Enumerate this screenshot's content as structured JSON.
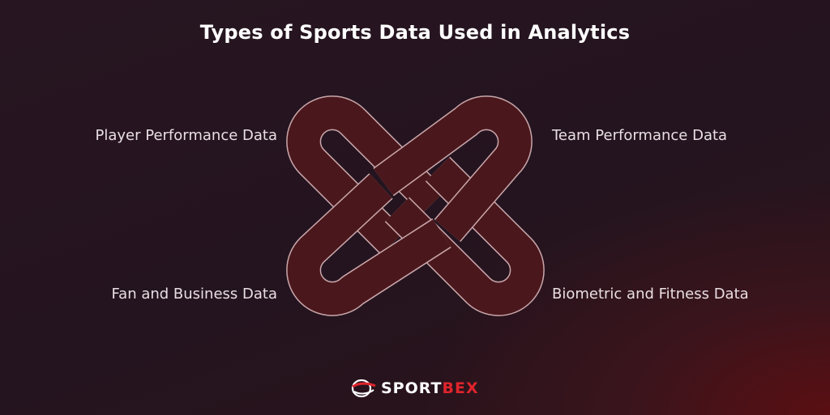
{
  "title": "Types of Sports Data Used in Analytics",
  "labels": {
    "top_left": "Player Performance Data",
    "top_right": "Team Performance Data",
    "bottom_left": "Fan and Business Data",
    "bottom_right": "Biometric and Fitness Data"
  },
  "logo": {
    "text_main": "SPORT",
    "text_accent": "BEX",
    "icon": "sportbex-ball-icon"
  },
  "colors": {
    "band_fill": "#4a181c",
    "band_outline": "#c9a7ac",
    "accent": "#e0242c"
  }
}
